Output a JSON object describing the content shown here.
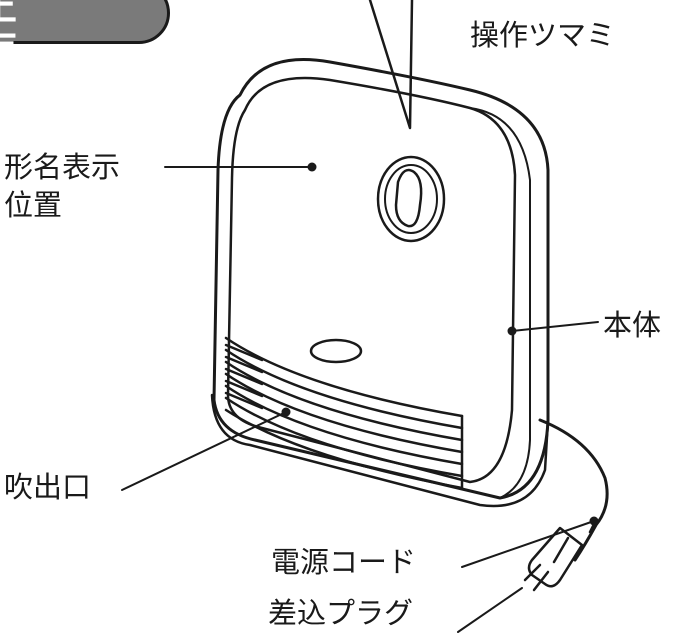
{
  "title": "正面",
  "labels": {
    "knob": "操作ツマミ",
    "model_line1": "形名表示",
    "model_line2": "位置",
    "body": "本体",
    "outlet": "吹出口",
    "cord": "電源コード",
    "plug": "差込プラグ"
  }
}
